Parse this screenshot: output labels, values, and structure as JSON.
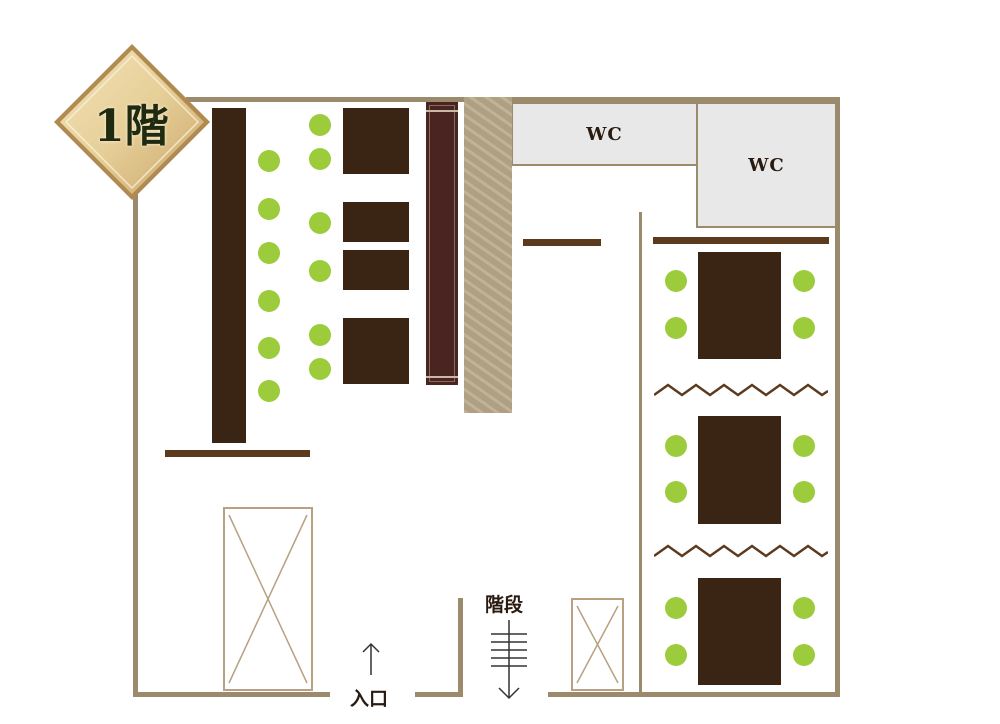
{
  "floor_badge": {
    "text": "1階"
  },
  "wc_labels": {
    "wc1": "WC",
    "wc2": "WC"
  },
  "entrance": {
    "label": "入口"
  },
  "stairs": {
    "label": "階段"
  },
  "colors": {
    "wall": "#9c8a6c",
    "furniture": "#3a2413",
    "seat": "#9ccc3c",
    "wc_fill": "#e8e8e8",
    "badge_gold": "#d8b878"
  }
}
